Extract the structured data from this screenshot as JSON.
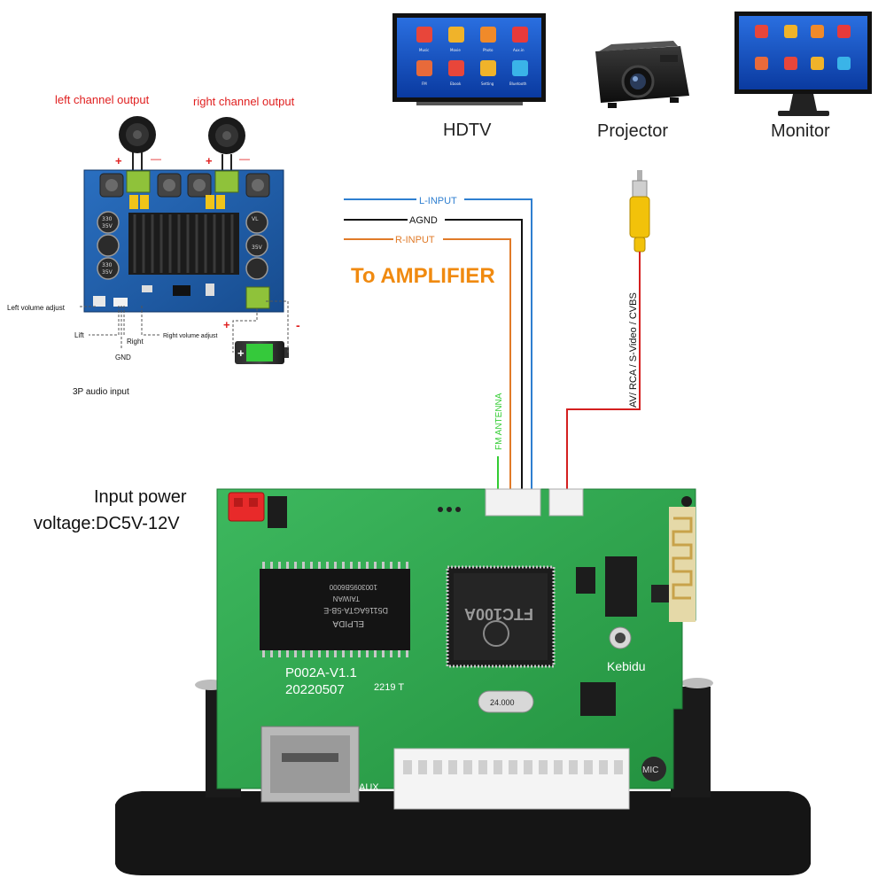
{
  "amplifier_panel": {
    "left_channel_label": "left channel output",
    "right_channel_label": "right channel output",
    "plus": "+",
    "minus": "—",
    "left_volume_label": "Left volume adjust",
    "right_volume_label": "Right volume adjust",
    "lift_label": "Lift",
    "right_label": "Right",
    "gnd_label": "GND",
    "audio_input_label": "3P audio input",
    "battery_plus": "+",
    "battery_minus": "-",
    "cap_text_1": "330",
    "cap_text_2": "35V",
    "cap_text_3": "VL"
  },
  "devices": {
    "hdtv": "HDTV",
    "projector": "Projector",
    "monitor": "Monitor",
    "screen_apps": [
      "Music",
      "Movie",
      "Photo",
      "Aux.in",
      "FM",
      "Ebook",
      "Setting",
      "Bluetooth"
    ]
  },
  "wiring": {
    "l_input": "L-INPUT",
    "agnd": "AGND",
    "r_input": "R-INPUT",
    "to_amplifier": "To AMPLIFIER",
    "fm_antenna": "FM ANTENNA",
    "av_label": "AV/ RCA / S-Video / CVBS"
  },
  "colors": {
    "l_input": "#2f7fd0",
    "agnd": "#111111",
    "r_input": "#e07a28",
    "fm_antenna": "#33cc33",
    "av": "#d42020",
    "amplifier_text": "#f08a10",
    "pcb_green": "#2fa64f",
    "amp_board_blue": "#1f5fa8"
  },
  "board": {
    "power_label_line1": "Input power",
    "power_label_line2": "voltage:DC5V-12V",
    "model": "P002A-V1.1",
    "date": "20220507",
    "batch": "2219 T",
    "brand": "Kebidu",
    "chip_main": "FTC100A",
    "chip_mem_1": "ELPIDA",
    "chip_mem_2": "D5116AGTA-5B-E",
    "chip_mem_3": "TAIWAN",
    "chip_mem_4": "1003095B6000",
    "crystal": "24.000",
    "aux_label": "AUX",
    "mic_label": "MIC"
  }
}
